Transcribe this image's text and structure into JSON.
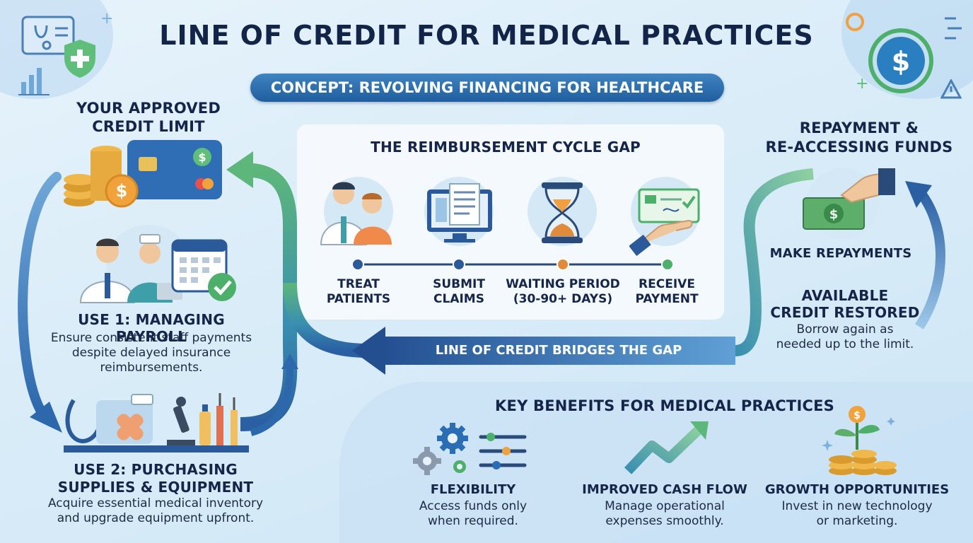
{
  "title": "LINE OF CREDIT FOR MEDICAL PRACTICES",
  "concept": "CONCEPT: REVOLVING FINANCING FOR HEALTHCARE",
  "credit_limit": {
    "line1": "YOUR APPROVED",
    "line2": "CREDIT LIMIT"
  },
  "use1": {
    "title": "USE 1: MANAGING PAYROLL",
    "desc_line1": "Ensure consistent staff payments",
    "desc_line2": "despite delayed insurance",
    "desc_line3": "reimbursements."
  },
  "use2": {
    "title_line1": "USE 2: PURCHASING",
    "title_line2": "SUPPLIES & EQUIPMENT",
    "desc_line1": "Acquire essential medical inventory",
    "desc_line2": "and upgrade equipment upfront."
  },
  "cycle": {
    "title": "THE REIMBURSEMENT CYCLE GAP",
    "steps": [
      {
        "line1": "TREAT",
        "line2": "PATIENTS",
        "icon": "doctor-patient-icon",
        "color": "#2a5a9a"
      },
      {
        "line1": "SUBMIT",
        "line2": "CLAIMS",
        "icon": "computer-claims-icon",
        "color": "#2a5a9a"
      },
      {
        "line1": "WAITING PERIOD",
        "line2": "(30-90+ DAYS)",
        "icon": "hourglass-icon",
        "color": "#e08a3a"
      },
      {
        "line1": "RECEIVE",
        "line2": "PAYMENT",
        "icon": "check-payment-icon",
        "color": "#4caf6a"
      }
    ],
    "bridge": "LINE OF CREDIT BRIDGES THE GAP"
  },
  "repayment": {
    "title_line1": "REPAYMENT &",
    "title_line2": "RE-ACCESSING FUNDS",
    "make": "MAKE REPAYMENTS",
    "restored_line1": "AVAILABLE",
    "restored_line2": "CREDIT RESTORED",
    "desc_line1": "Borrow again as",
    "desc_line2": "needed up to the limit."
  },
  "benefits": {
    "title": "KEY BENEFITS FOR MEDICAL PRACTICES",
    "items": [
      {
        "title": "FLEXIBILITY",
        "line1": "Access funds only",
        "line2": "when required.",
        "icon": "gears-sliders-icon"
      },
      {
        "title": "IMPROVED CASH FLOW",
        "line1": "Manage operational",
        "line2": "expenses smoothly.",
        "icon": "trend-up-icon"
      },
      {
        "title": "GROWTH OPPORTUNITIES",
        "line1": "Invest in new technology",
        "line2": "or marketing.",
        "icon": "money-plant-icon"
      }
    ]
  },
  "currency_symbol": "$",
  "colors": {
    "navy": "#15254a",
    "blue": "#2a5a9a",
    "green": "#4caf6a",
    "orange": "#e08a3a",
    "accent": "#1f5e9f"
  }
}
